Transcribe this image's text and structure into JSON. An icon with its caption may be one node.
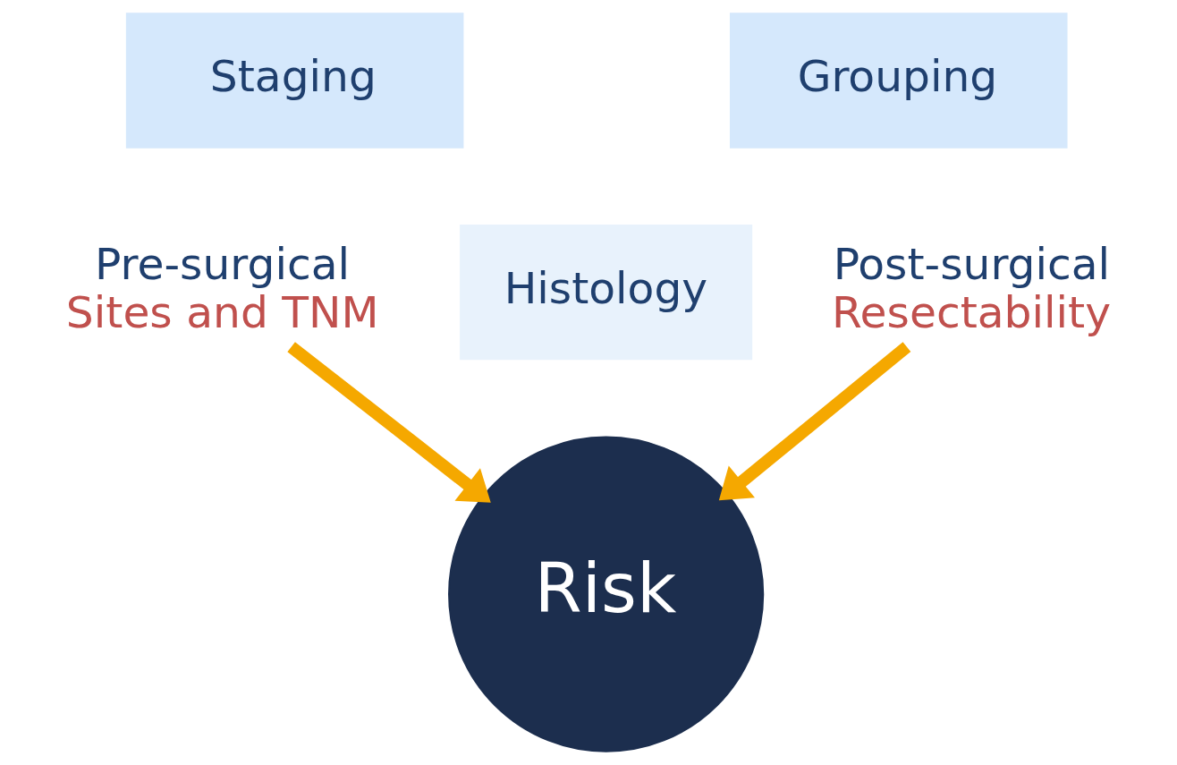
{
  "diagram": {
    "nodes": [
      {
        "text": [
          "Staging"
        ]
      },
      {
        "text": [
          "Grouping"
        ]
      },
      {
        "text": [
          "Pre-surgical",
          "Sites and TNM"
        ]
      },
      {
        "text": [
          "Histology"
        ]
      },
      {
        "text": [
          "Post-surgical",
          "Resectability"
        ]
      },
      {
        "text": [
          "Risk"
        ]
      }
    ],
    "edges": [
      {
        "from": 2,
        "to": 5,
        "arrow": "to"
      },
      {
        "from": 4,
        "to": 5,
        "arrow": "to"
      }
    ]
  }
}
